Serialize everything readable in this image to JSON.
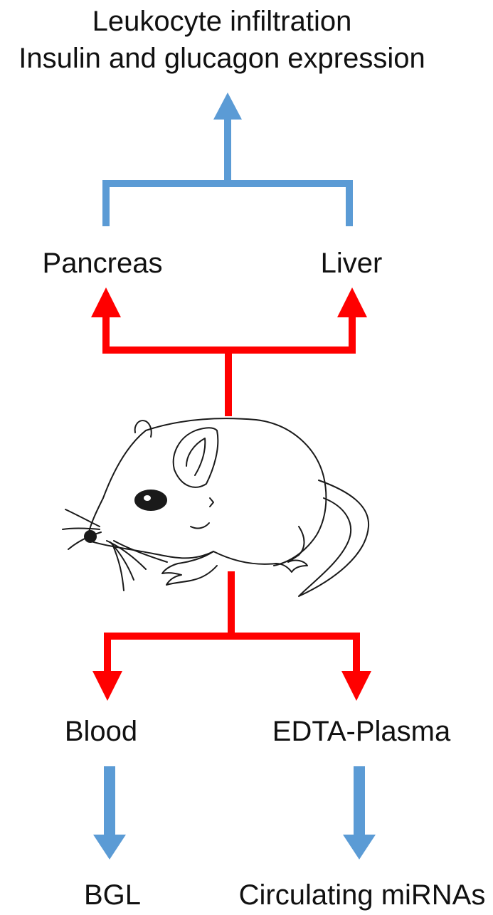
{
  "top": {
    "line1": "Leukocyte infiltration",
    "line2": "Insulin and glucagon expression"
  },
  "organs": {
    "pancreas": "Pancreas",
    "liver": "Liver"
  },
  "samples": {
    "blood": "Blood",
    "plasma": "EDTA-Plasma"
  },
  "readouts": {
    "bgl": "BGL",
    "mirnas": "Circulating miRNAs"
  },
  "colors": {
    "blue_arrow": "#5b9bd5",
    "red_arrow": "#ff0000",
    "text": "#111111"
  },
  "icons": {
    "animal": "mouse-illustration"
  }
}
